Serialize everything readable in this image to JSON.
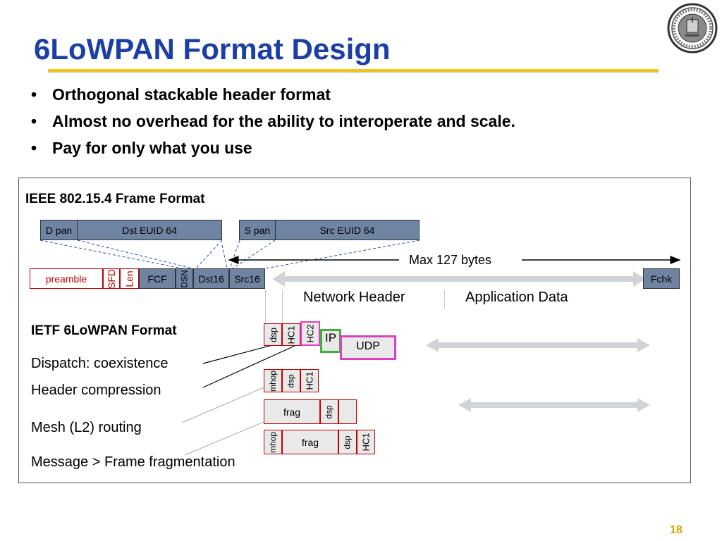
{
  "slide": {
    "title": "6LoWPAN Format Design",
    "bullets": [
      "Orthogonal stackable header format",
      "Almost no overhead for the ability to interoperate and scale.",
      "Pay for only what you use"
    ],
    "page_number": "18",
    "bullet_glyph": "•"
  },
  "diagram": {
    "ieee_title": "IEEE 802.15.4 Frame Format",
    "addr_fields": [
      "D pan",
      "Dst EUID 64",
      "S pan",
      "Src EUID 64"
    ],
    "frame_fields": [
      "preamble",
      "SFD",
      "Len",
      "FCF",
      "DSN",
      "Dst16",
      "Src16",
      "Fchk"
    ],
    "max_label": "Max 127 bytes",
    "network_header": "Network Header",
    "application_data": "Application Data",
    "ietf_title": "IETF 6LoWPAN Format",
    "descriptions": [
      "Dispatch: coexistence",
      "Header compression",
      "Mesh (L2) routing",
      "Message > Frame fragmentation"
    ],
    "stack1": [
      "dsp",
      "HC1",
      "HC2",
      "IP",
      "UDP"
    ],
    "stack2": [
      "mhop",
      "dsp",
      "HC1"
    ],
    "stack3": [
      "frag",
      "dsp"
    ],
    "stack4": [
      "mhop",
      "frag",
      "dsp",
      "HC1"
    ],
    "colors": {
      "title": "#1c3fa6",
      "rule": "#f0c419",
      "field_fill": "#6f84a3",
      "red": "#c00000",
      "magenta": "#e040c0",
      "green": "#3cb43c",
      "arrow_gray": "#d0d4d8"
    }
  }
}
